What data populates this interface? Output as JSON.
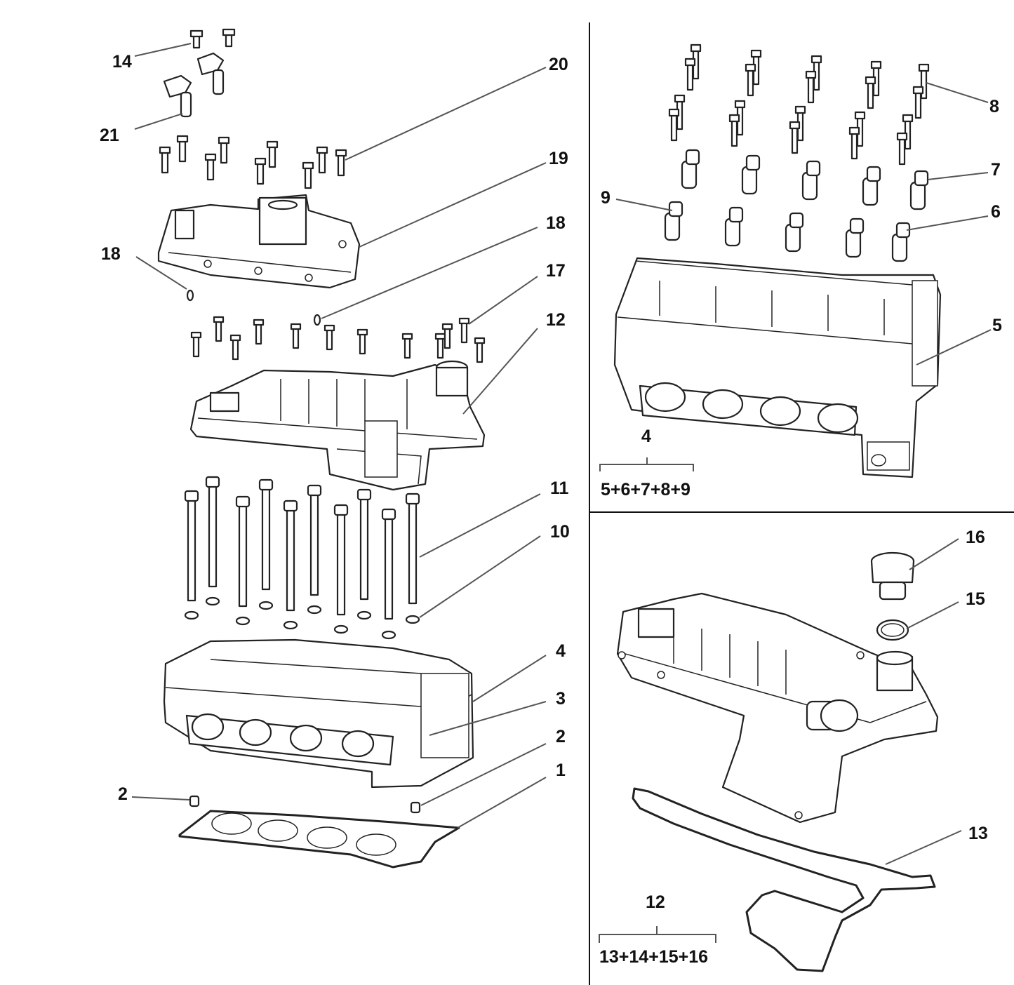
{
  "callouts_left": {
    "c14": "14",
    "c21": "21",
    "c20": "20",
    "c19": "19",
    "c18a": "18",
    "c18b": "18",
    "c17": "17",
    "c12": "12",
    "c11": "11",
    "c10": "10",
    "c4": "4",
    "c3": "3",
    "c2a": "2",
    "c2b": "2",
    "c1": "1"
  },
  "callouts_top_right": {
    "c8": "8",
    "c7": "7",
    "c9": "9",
    "c6": "6",
    "c5": "5",
    "c4": "4",
    "kit": "5+6+7+8+9"
  },
  "callouts_bottom_right": {
    "c16": "16",
    "c15": "15",
    "c13": "13",
    "c12": "12",
    "kit": "13+14+15+16"
  },
  "colors": {
    "line": "#222222",
    "leader": "#555555",
    "background": "#ffffff"
  }
}
